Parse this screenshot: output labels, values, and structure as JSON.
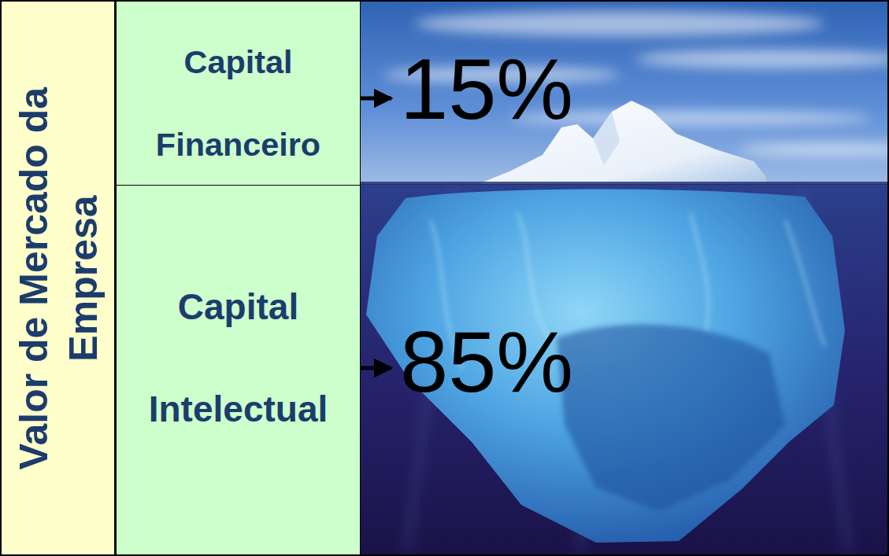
{
  "diagram": {
    "nodes": [
      {
        "text": [
          "Valor de Mercado da Empresa"
        ]
      },
      {
        "text": [
          "Capital Financeiro"
        ]
      },
      {
        "text": [
          "Capital Intelectual"
        ]
      }
    ],
    "edges": [],
    "labels": [
      "15%",
      "85%"
    ]
  }
}
